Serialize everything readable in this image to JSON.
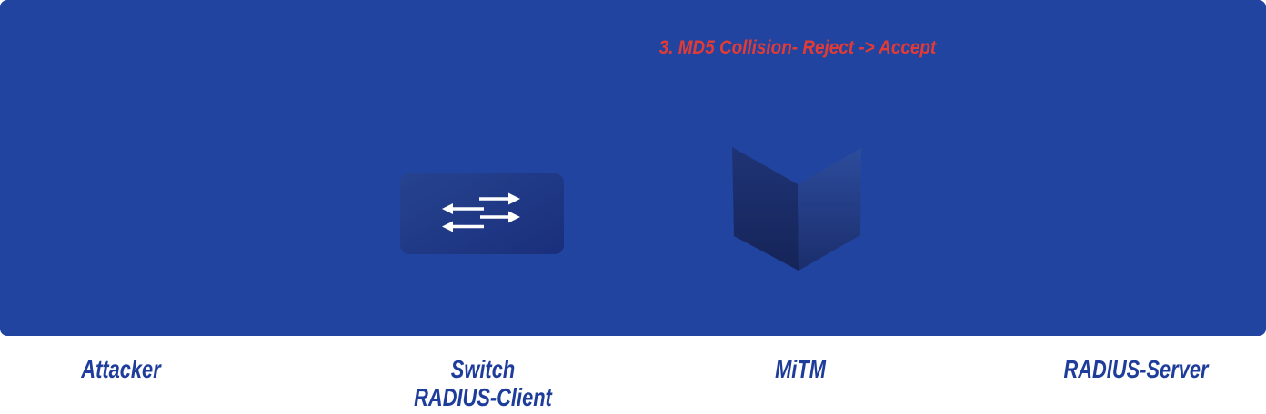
{
  "colors": {
    "panel_bg": "#2044A0",
    "label_blue": "#1E3D9B",
    "annotation_red": "#E23B36",
    "page_bg": "#FFFFFF",
    "switch_grad_start": "#26438F",
    "switch_grad_end": "#1A2F7C",
    "mitm_left_top": "#1F3476",
    "mitm_left_bottom": "#152458",
    "mitm_right_top": "#2C4C9C",
    "mitm_right_bottom": "#1B2E6C",
    "arrow_white": "#FFFFFF"
  },
  "panel": {
    "annotation": {
      "line1": "3. MD5 Collision-",
      "line2": "Reject -> Accept"
    }
  },
  "icons": {
    "switch_icon": "bidirectional-arrows-switch-icon",
    "mitm_icon": "3d-folded-box-mitm-icon"
  },
  "labels": {
    "items": [
      {
        "id": "attacker",
        "label": "Attacker"
      },
      {
        "id": "switch",
        "label": "Switch",
        "sublabel": "RADIUS-Client"
      },
      {
        "id": "mitm",
        "label": "MiTM"
      },
      {
        "id": "radius_server",
        "label": "RADIUS-Server"
      }
    ]
  }
}
